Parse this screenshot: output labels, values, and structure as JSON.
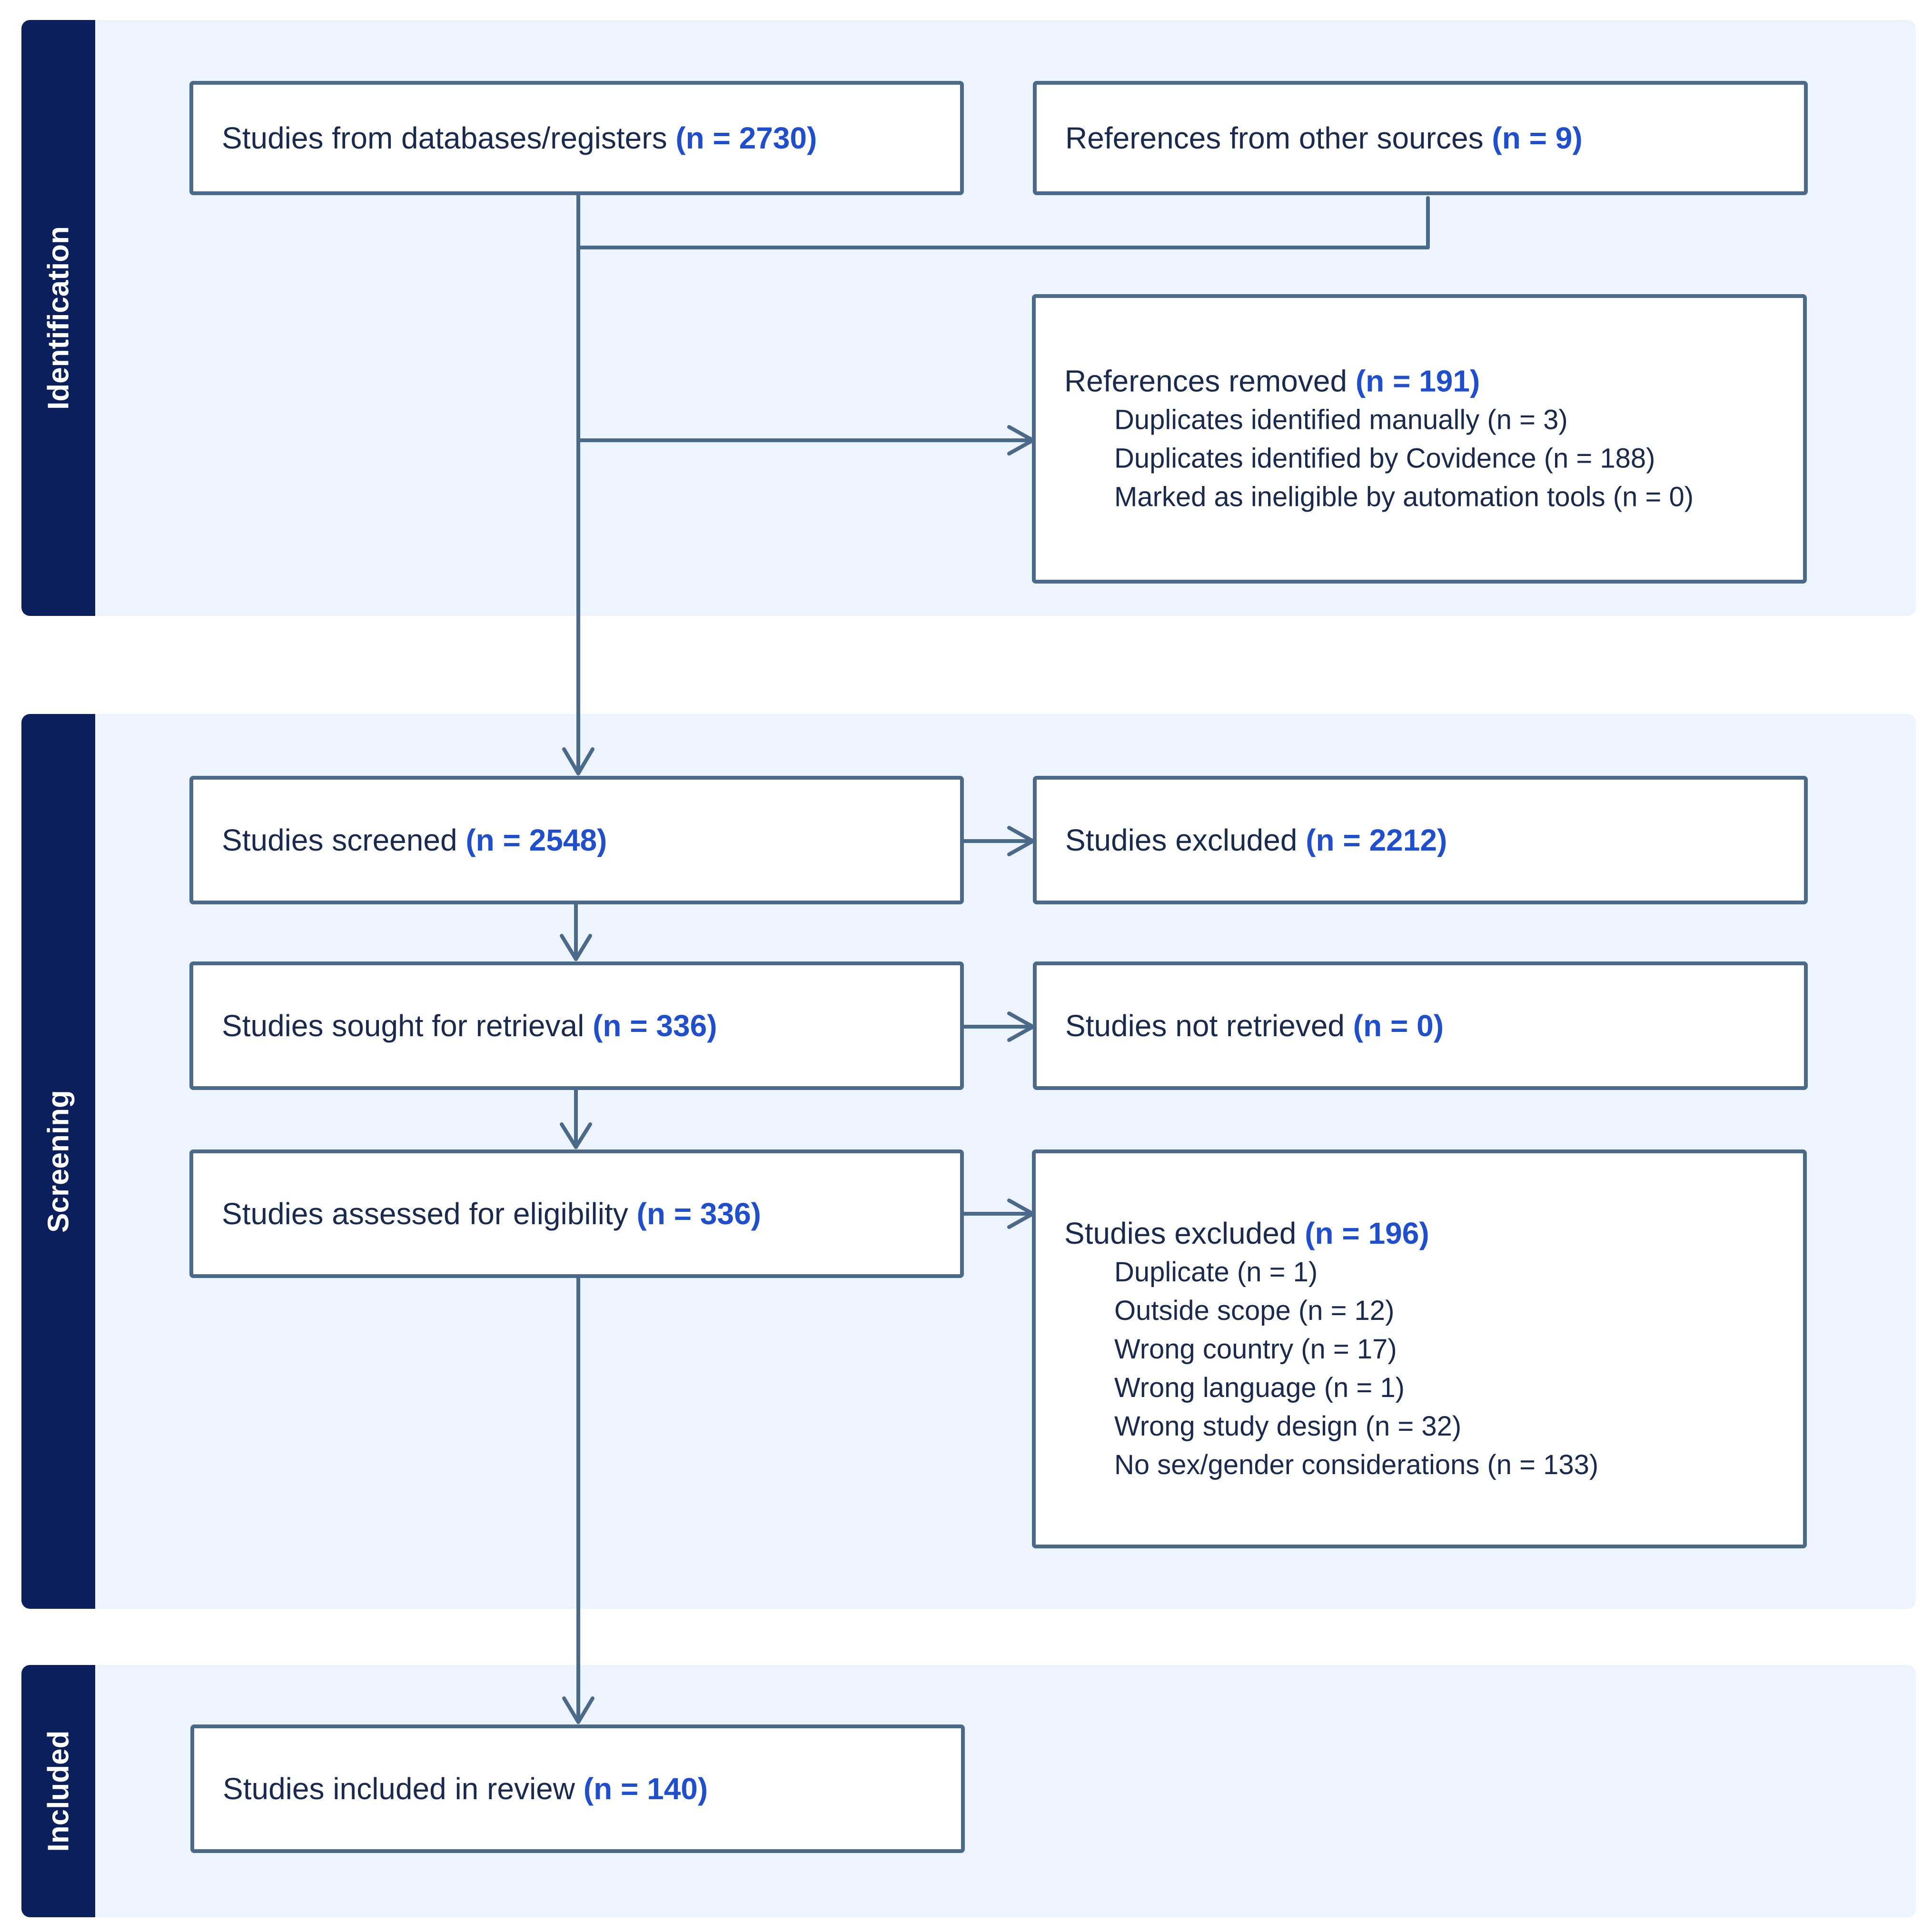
{
  "sections": {
    "identification": "Identification",
    "screening": "Screening",
    "included": "Included"
  },
  "boxes": {
    "databases": {
      "label": "Studies from databases/registers",
      "count": "(n = 2730)"
    },
    "other_sources": {
      "label": "References from other sources",
      "count": "(n = 9)"
    },
    "removed": {
      "label": "References removed",
      "count": "(n = 191)",
      "items": [
        "Duplicates identified manually (n = 3)",
        "Duplicates identified by Covidence (n = 188)",
        "Marked as ineligible by automation tools (n = 0)"
      ]
    },
    "screened": {
      "label": "Studies screened",
      "count": "(n = 2548)"
    },
    "excluded_screening": {
      "label": "Studies excluded",
      "count": "(n = 2212)"
    },
    "sought": {
      "label": "Studies sought for retrieval",
      "count": "(n = 336)"
    },
    "not_retrieved": {
      "label": "Studies not retrieved",
      "count": "(n = 0)"
    },
    "assessed": {
      "label": "Studies assessed for eligibility",
      "count": "(n = 336)"
    },
    "excluded_eligibility": {
      "label": "Studies excluded",
      "count": "(n = 196)",
      "items": [
        "Duplicate (n = 1)",
        "Outside scope (n = 12)",
        "Wrong country (n = 17)",
        "Wrong language (n = 1)",
        "Wrong study design (n = 32)",
        "No sex/gender considerations (n = 133)"
      ]
    },
    "included": {
      "label": "Studies included in review",
      "count": "(n = 140)"
    }
  },
  "colors": {
    "section_tab": "#0b1f5c",
    "section_bg": "#edf4fd",
    "box_border": "#4b6a8a",
    "count_text": "#1f4fcf",
    "connector": "#4b6a8a"
  }
}
